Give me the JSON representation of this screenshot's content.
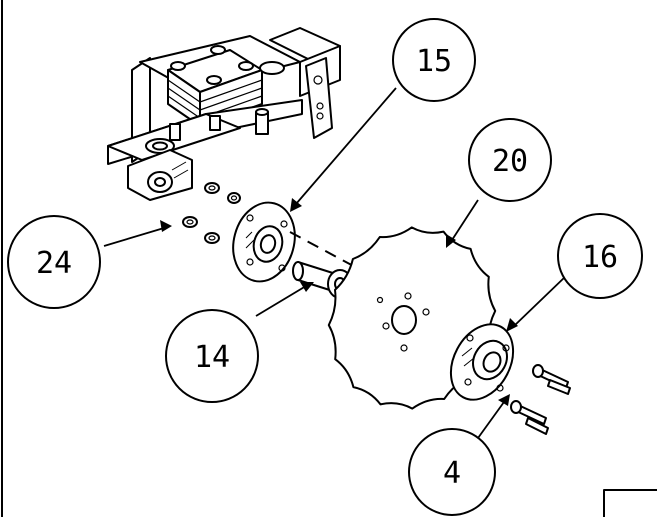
{
  "callouts": [
    {
      "label": "15"
    },
    {
      "label": "20"
    },
    {
      "label": "16"
    },
    {
      "label": "24"
    },
    {
      "label": "14"
    },
    {
      "label": "4"
    }
  ]
}
